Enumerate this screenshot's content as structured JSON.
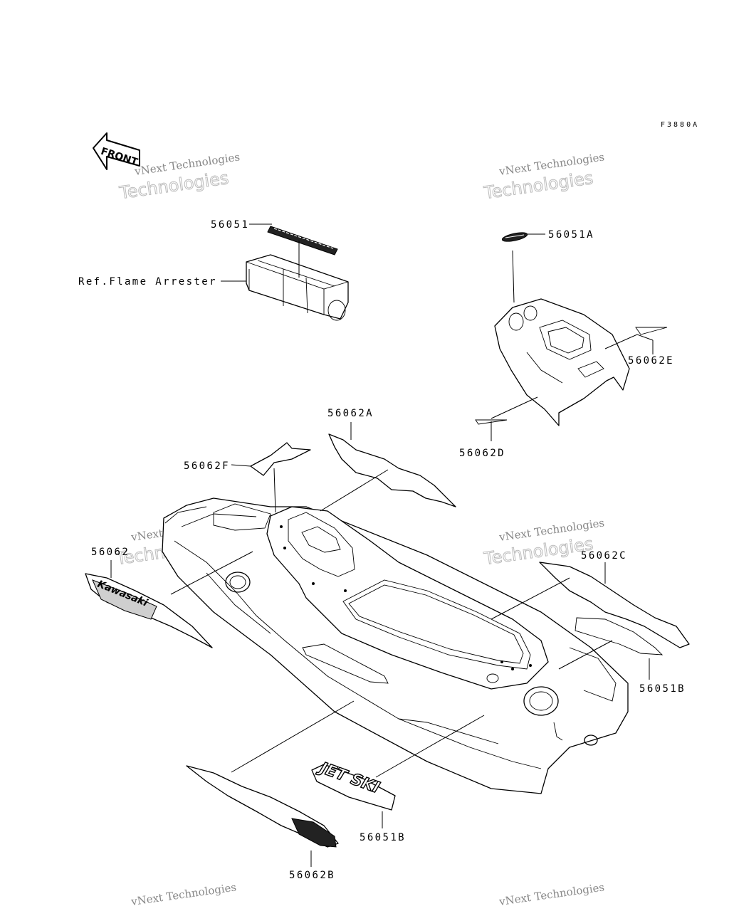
{
  "figure_id": "F3880A",
  "front_arrow": {
    "text": "FRONT",
    "icon": "front-direction-arrow-icon"
  },
  "watermark": {
    "line1": "vNext Technologies",
    "line2": "Technologies"
  },
  "labels": {
    "p56051": "56051",
    "ref_flame": "Ref.Flame Arrester",
    "p56051A": "56051A",
    "p56062E": "56062E",
    "p56062D": "56062D",
    "p56062A": "56062A",
    "p56062F": "56062F",
    "p56062": "56062",
    "p56062C": "56062C",
    "p56051B_right": "56051B",
    "p56051B_bottom": "56051B",
    "p56062B": "56062B"
  },
  "decals": {
    "kawasaki": "Kawasaki",
    "jetski": "JET SKI"
  }
}
